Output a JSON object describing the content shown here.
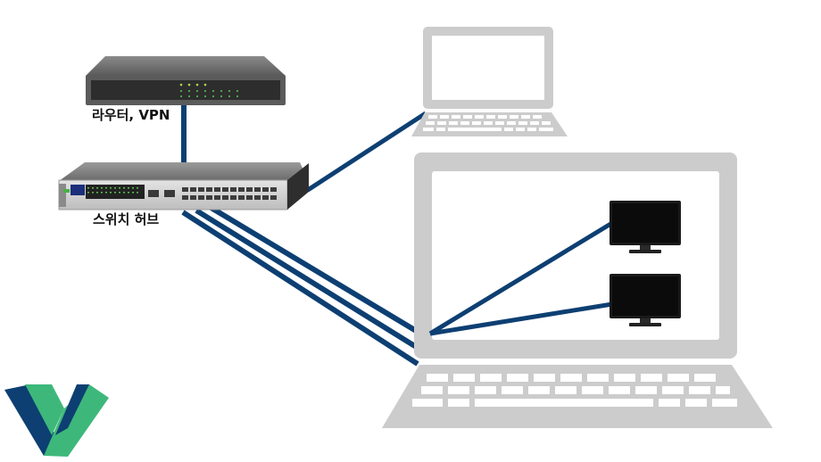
{
  "labels": {
    "router": "라우터, VPN",
    "switch_hub": "스위치 허브"
  },
  "colors": {
    "cable": "#0d3f72",
    "device_gray": "#cccccc",
    "logo_blue": "#0d3f72",
    "logo_green": "#3db87a"
  },
  "icons": {
    "router": "router-icon",
    "switch": "network-switch-icon",
    "laptop_small": "laptop-icon",
    "laptop_large": "laptop-icon",
    "monitor_top": "desktop-monitor-icon",
    "monitor_bottom": "desktop-monitor-icon",
    "logo": "company-logo"
  }
}
